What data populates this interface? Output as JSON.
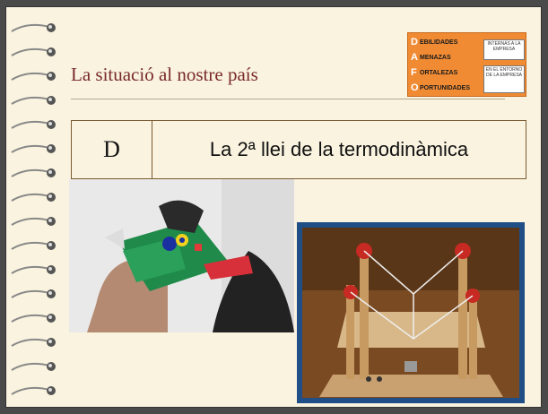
{
  "slide": {
    "title": "La situació al nostre país",
    "table": {
      "letter": "D",
      "heading": "La 2ª llei de la termodinàmica"
    },
    "dafo": {
      "rows": [
        {
          "letter": "D",
          "text": "EBILIDADES"
        },
        {
          "letter": "A",
          "text": "MENAZAS"
        },
        {
          "letter": "F",
          "text": "ORTALEZAS"
        },
        {
          "letter": "O",
          "text": "PORTUNIDADES"
        }
      ],
      "box_internal": "INTERNAS A LA EMPRESA",
      "box_external": "EN EL ENTORNO DE LA EMPRESA"
    }
  },
  "colors": {
    "background": "#f9f3df",
    "title": "#7a2a2a",
    "dafo": "#f08b34",
    "photo_frame": "#1f4f86"
  }
}
